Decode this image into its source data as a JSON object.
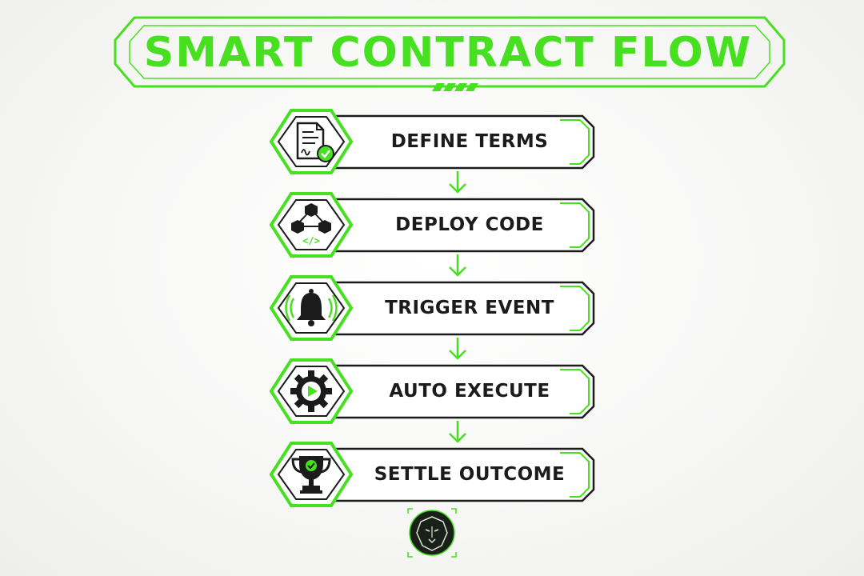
{
  "title": "SMART CONTRACT FLOW",
  "accent_color": "#47e020",
  "text_color": "#1b1b1b",
  "steps": [
    {
      "label": "DEFINE TERMS",
      "icon": "signed-document-icon"
    },
    {
      "label": "DEPLOY CODE",
      "icon": "blockchain-code-icon"
    },
    {
      "label": "TRIGGER EVENT",
      "icon": "ringing-bell-icon"
    },
    {
      "label": "AUTO EXECUTE",
      "icon": "gear-play-icon"
    },
    {
      "label": "SETTLE OUTCOME",
      "icon": "trophy-check-icon"
    }
  ],
  "logo": "lion-emblem"
}
